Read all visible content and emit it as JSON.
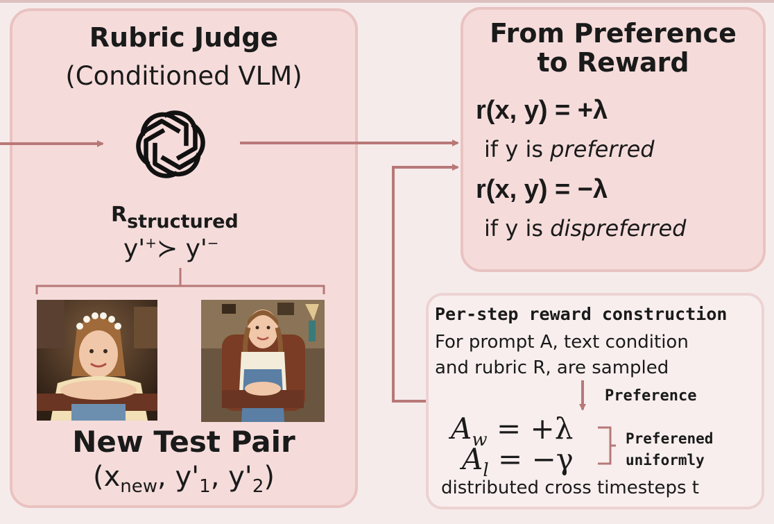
{
  "judge_panel": {
    "title": "Rubric Judge",
    "subtitle": "(Conditioned VLM)",
    "icon": "openai-logo-icon",
    "rubric_main": "R",
    "rubric_sub": "structured",
    "pref_y1": "y'",
    "pref_plus": "+",
    "pref_succ": "≻",
    "pref_y2": "y'",
    "pref_minus": "−",
    "pair_title": "New Test Pair",
    "pair_open": "(x",
    "pair_new": "new",
    "pair_comma1": ", y'",
    "pair_one": "1",
    "pair_comma2": ", y'",
    "pair_two": "2",
    "pair_close": ")"
  },
  "reward_panel": {
    "title_line1": "From Preference",
    "title_line2": "to Reward",
    "formula_pos": "r(x, y) = +λ",
    "cond_pos_prefix": "if y is ",
    "cond_pos_word": "preferred",
    "formula_neg": "r(x, y) = −λ",
    "cond_neg_prefix": "if y is ",
    "cond_neg_word": "dispreferred"
  },
  "step_panel": {
    "title": "Per-step reward construction",
    "line1": "For prompt A, text condition",
    "line2": "and rubric R, are sampled",
    "preference_label": "Preference",
    "aw_sym": "A",
    "aw_sub": "w",
    "aw_val": "= +λ",
    "al_sym": "A",
    "al_sub": "l",
    "al_val": "= −γ",
    "uniform_line1": "Preferened",
    "uniform_line2": "uniformly",
    "footer": "distributed cross timesteps t"
  },
  "colors": {
    "panel_fill": "#f5dcdb",
    "panel_border": "#e9c3c1",
    "arrow": "#b87878"
  }
}
